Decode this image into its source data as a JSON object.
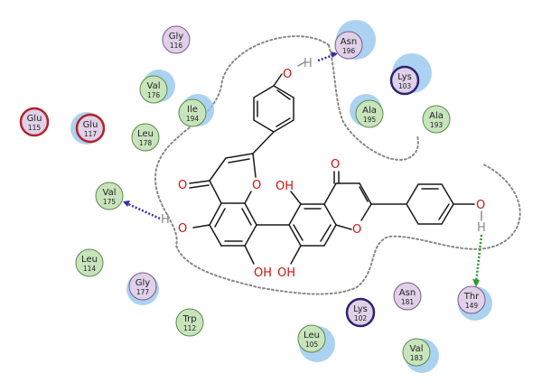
{
  "colors": {
    "hydrophobic": "#c8e4bc",
    "polar": "#e0d0e8",
    "negative": "#b0232a",
    "positive": "#2c2470",
    "solvent_halo": "#8fc4ec",
    "hbond_backbone": "#3a2fa8",
    "hbond_sidechain": "#2e9a2e",
    "oxygen": "#d01010",
    "hydrogen": "#8a8a8a",
    "bond": "#1a1a1a",
    "pocket": "#888888"
  },
  "residues": [
    {
      "id": "gly116",
      "name": "Gly",
      "number": "116",
      "kind": "polar",
      "halo": false
    },
    {
      "id": "asn196",
      "name": "Asn",
      "number": "196",
      "kind": "polar",
      "halo": true
    },
    {
      "id": "val176",
      "name": "Val",
      "number": "176",
      "kind": "hydrophobic",
      "halo": true
    },
    {
      "id": "ile194",
      "name": "Ile",
      "number": "194",
      "kind": "hydrophobic",
      "halo": true
    },
    {
      "id": "lys103",
      "name": "Lys",
      "number": "103",
      "kind": "positive",
      "halo": true
    },
    {
      "id": "glu115",
      "name": "Glu",
      "number": "115",
      "kind": "negative",
      "halo": false
    },
    {
      "id": "glu117",
      "name": "Glu",
      "number": "117",
      "kind": "negative",
      "halo": true
    },
    {
      "id": "leu178",
      "name": "Leu",
      "number": "178",
      "kind": "hydrophobic",
      "halo": false
    },
    {
      "id": "ala195",
      "name": "Ala",
      "number": "195",
      "kind": "hydrophobic",
      "halo": true
    },
    {
      "id": "ala193",
      "name": "Ala",
      "number": "193",
      "kind": "hydrophobic",
      "halo": false
    },
    {
      "id": "val175",
      "name": "Val",
      "number": "175",
      "kind": "hydrophobic",
      "halo": false
    },
    {
      "id": "leu114",
      "name": "Leu",
      "number": "114",
      "kind": "hydrophobic",
      "halo": false
    },
    {
      "id": "gly177",
      "name": "Gly",
      "number": "177",
      "kind": "polar",
      "halo": true
    },
    {
      "id": "trp112",
      "name": "Trp",
      "number": "112",
      "kind": "hydrophobic",
      "halo": false
    },
    {
      "id": "lys102",
      "name": "Lys",
      "number": "102",
      "kind": "positive",
      "halo": false
    },
    {
      "id": "asn181",
      "name": "Asn",
      "number": "181",
      "kind": "polar",
      "halo": false
    },
    {
      "id": "thr149",
      "name": "Thr",
      "number": "149",
      "kind": "polar",
      "halo": true
    },
    {
      "id": "leu105",
      "name": "Leu",
      "number": "105",
      "kind": "hydrophobic",
      "halo": true
    },
    {
      "id": "val183",
      "name": "Val",
      "number": "183",
      "kind": "hydrophobic",
      "halo": true
    }
  ],
  "atom_labels": {
    "oxygen": "O",
    "hydroxyl": "OH",
    "hydrogen": "H",
    "hydroxyl_rev": "HO"
  }
}
